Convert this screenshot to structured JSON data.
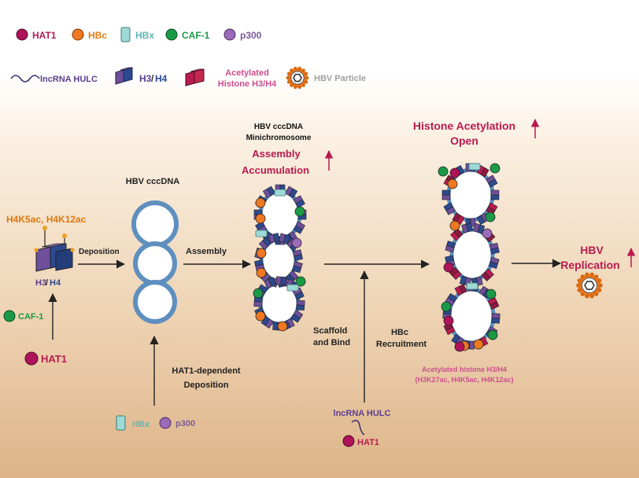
{
  "legend": {
    "hat1": "HAT1",
    "hbc": "HBc",
    "hbx": "HBx",
    "caf1": "CAF-1",
    "p300": "p300",
    "lncrna": "lncRNA HULC",
    "h3": "H3",
    "h4": "H4",
    "acetylated_line1": "Acetylated",
    "acetylated_line2": "Histone H3/H4",
    "hbv_particle": "HBV Particle"
  },
  "left": {
    "marks": "H4K5ac, H4K12ac",
    "h3": "H3",
    "h4": "H4",
    "caf1": "CAF-1",
    "hat1": "HAT1",
    "deposition": "Deposition"
  },
  "cccdna": {
    "title": "HBV cccDNA",
    "hat1_dep_line1": "HAT1-dependent",
    "hat1_dep_line2": "Deposition",
    "hbx": "HBx",
    "p300": "p300"
  },
  "assembly": {
    "label": "Assembly",
    "mini_line1": "HBV cccDNA",
    "mini_line2": "Minichromosome",
    "assembly_word": "Assembly",
    "accumulation": "Accumulation"
  },
  "middle": {
    "scaffold_line1": "Scaffold",
    "scaffold_line2": "and Bind",
    "hbc_line1": "HBc",
    "hbc_line2": "Recruitment",
    "lncrna": "lncRNA HULC",
    "hat1": "HAT1"
  },
  "right": {
    "title_line1": "Histone Acetylation",
    "title_line2": "Open",
    "acet_line1": "Acetylated histone H3/H4",
    "acet_line2": "(H3K27ac, H4K5ac, H4K12ac)",
    "replication_line1": "HBV",
    "replication_line2": "Replication"
  },
  "colors": {
    "hat1": "#b0125a",
    "hbc": "#f07822",
    "hbx": "#9fd9d6",
    "caf1": "#1a9a47",
    "p300": "#9b6ab8",
    "h3": "#6e4f9a",
    "h4": "#2c4a8f",
    "acetyl": "#b81b4e",
    "ring": "#5f8fbf",
    "arrow": "#222222",
    "label_red": "#b81b4e",
    "label_purple": "#5a3f8f",
    "label_orange": "#e07a10",
    "label_teal": "#5fb7b3",
    "label_gray": "#a0a0a0",
    "label_pink": "#cc4f8e"
  }
}
